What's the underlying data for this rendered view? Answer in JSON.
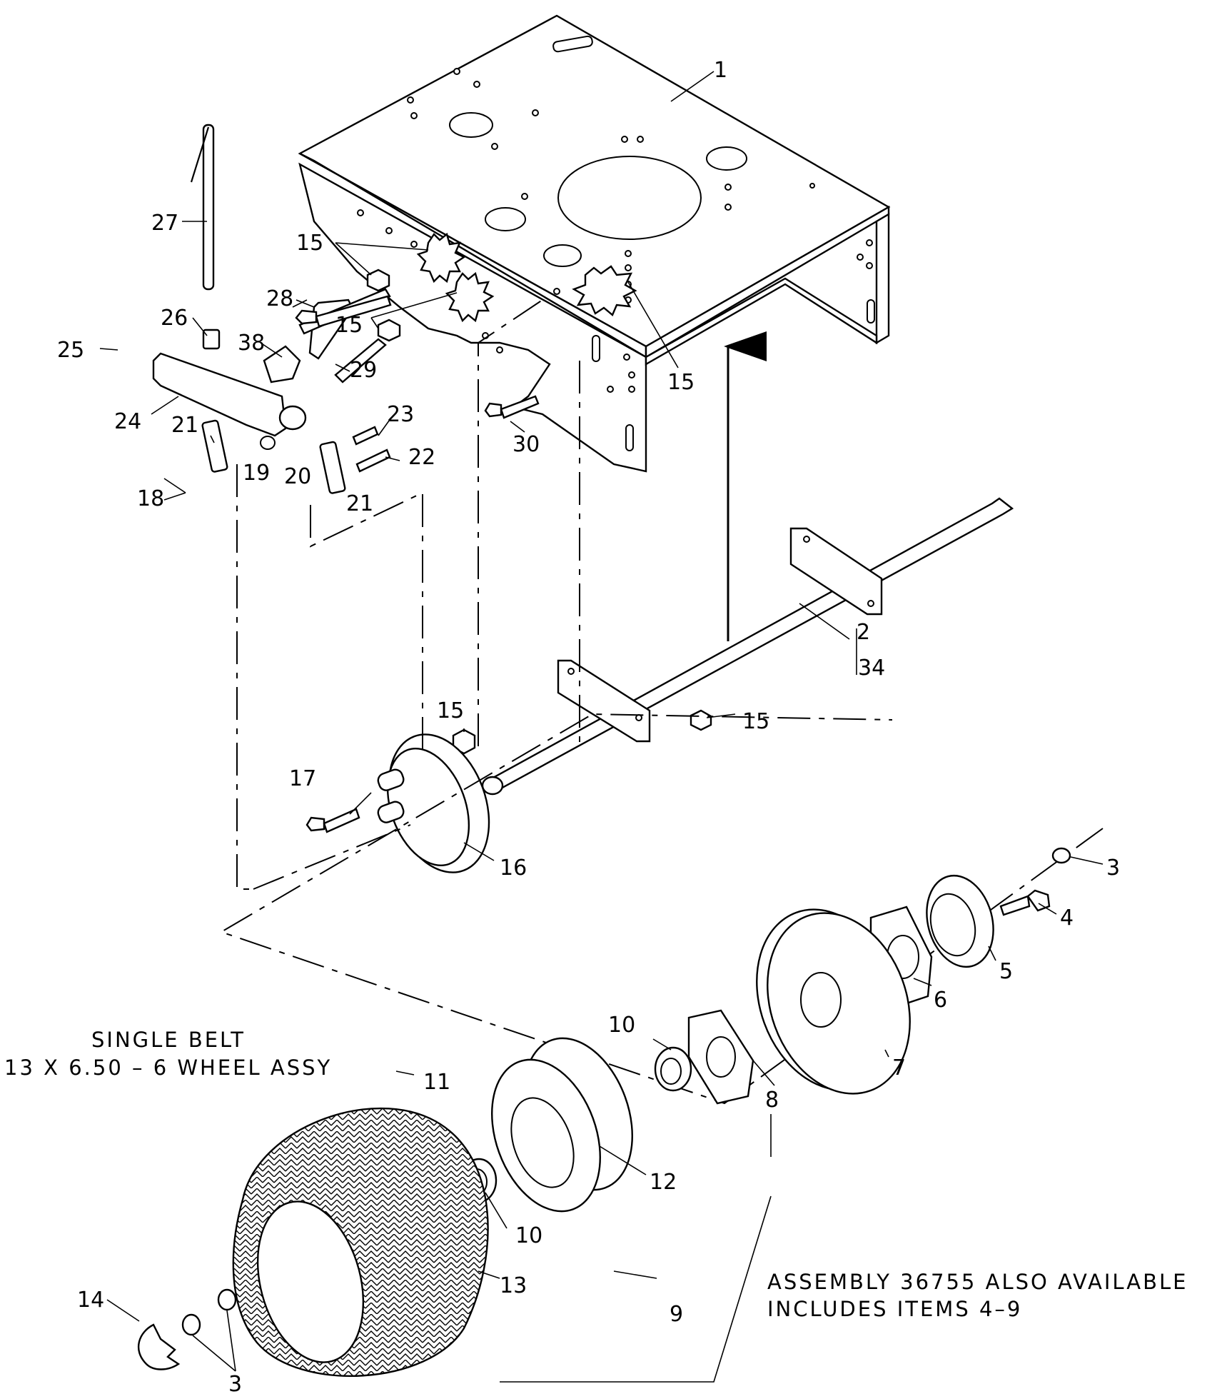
{
  "notes": {
    "wheel_title_line1": "SINGLE BELT",
    "wheel_title_line2": "13 X 6.50 – 6 WHEEL ASSY",
    "assembly_line1": "ASSEMBLY 36755 ALSO AVAILABLE",
    "assembly_line2": "INCLUDES ITEMS 4–9"
  },
  "callouts": {
    "c1": "1",
    "c2": "2",
    "c34": "34",
    "c3a": "3",
    "c3b": "3",
    "c4": "4",
    "c5": "5",
    "c6": "6",
    "c7": "7",
    "c8": "8",
    "c9": "9",
    "c10a": "10",
    "c10b": "10",
    "c11": "11",
    "c12": "12",
    "c13": "13",
    "c14": "14",
    "c15a": "15",
    "c15b": "15",
    "c15c": "15",
    "c15d": "15",
    "c15e": "15",
    "c16": "16",
    "c17": "17",
    "c18": "18",
    "c19": "19",
    "c20": "20",
    "c21a": "21",
    "c21b": "21",
    "c22": "22",
    "c23": "23",
    "c24": "24",
    "c25": "25",
    "c26": "26",
    "c27": "27",
    "c28": "28",
    "c29": "29",
    "c30": "30",
    "c38": "38"
  }
}
